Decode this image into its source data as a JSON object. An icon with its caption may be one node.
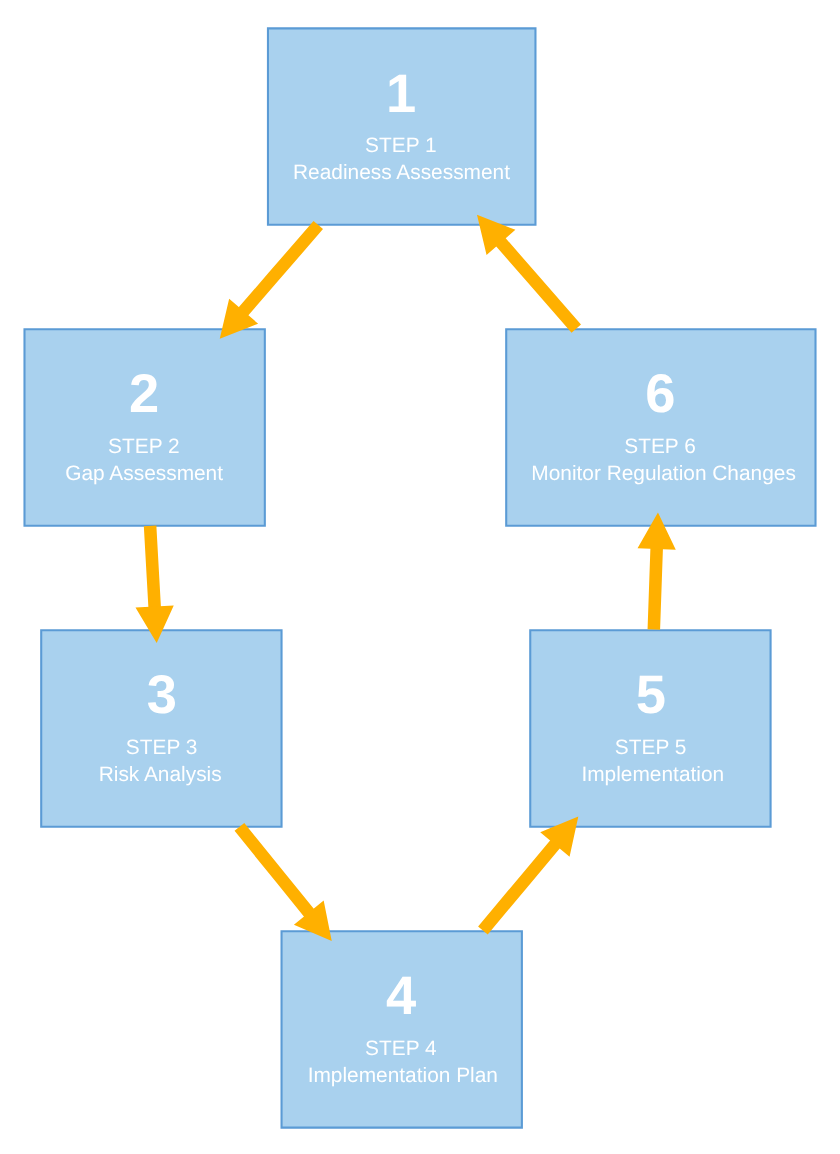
{
  "diagram": {
    "nodes": [
      {
        "text": [
          "1",
          "STEP 1",
          "Readiness Assessment"
        ]
      },
      {
        "text": [
          "2",
          "STEP 2",
          "Gap Assessment"
        ]
      },
      {
        "text": [
          "3",
          "STEP 3",
          "Risk Analysis"
        ]
      },
      {
        "text": [
          "4",
          "STEP 4",
          "Implementation Plan"
        ]
      },
      {
        "text": [
          "5",
          "STEP 5",
          "Implementation"
        ]
      },
      {
        "text": [
          "6",
          "STEP 6",
          "Monitor Regulation Changes"
        ]
      }
    ],
    "edges": [
      {
        "from": 0,
        "to": 1,
        "arrow": "to"
      },
      {
        "from": 1,
        "to": 2,
        "arrow": "to"
      },
      {
        "from": 2,
        "to": 3,
        "arrow": "to"
      },
      {
        "from": 3,
        "to": 4,
        "arrow": "to"
      },
      {
        "from": 4,
        "to": 5,
        "arrow": "to"
      },
      {
        "from": 5,
        "to": 0,
        "arrow": "to"
      }
    ]
  }
}
